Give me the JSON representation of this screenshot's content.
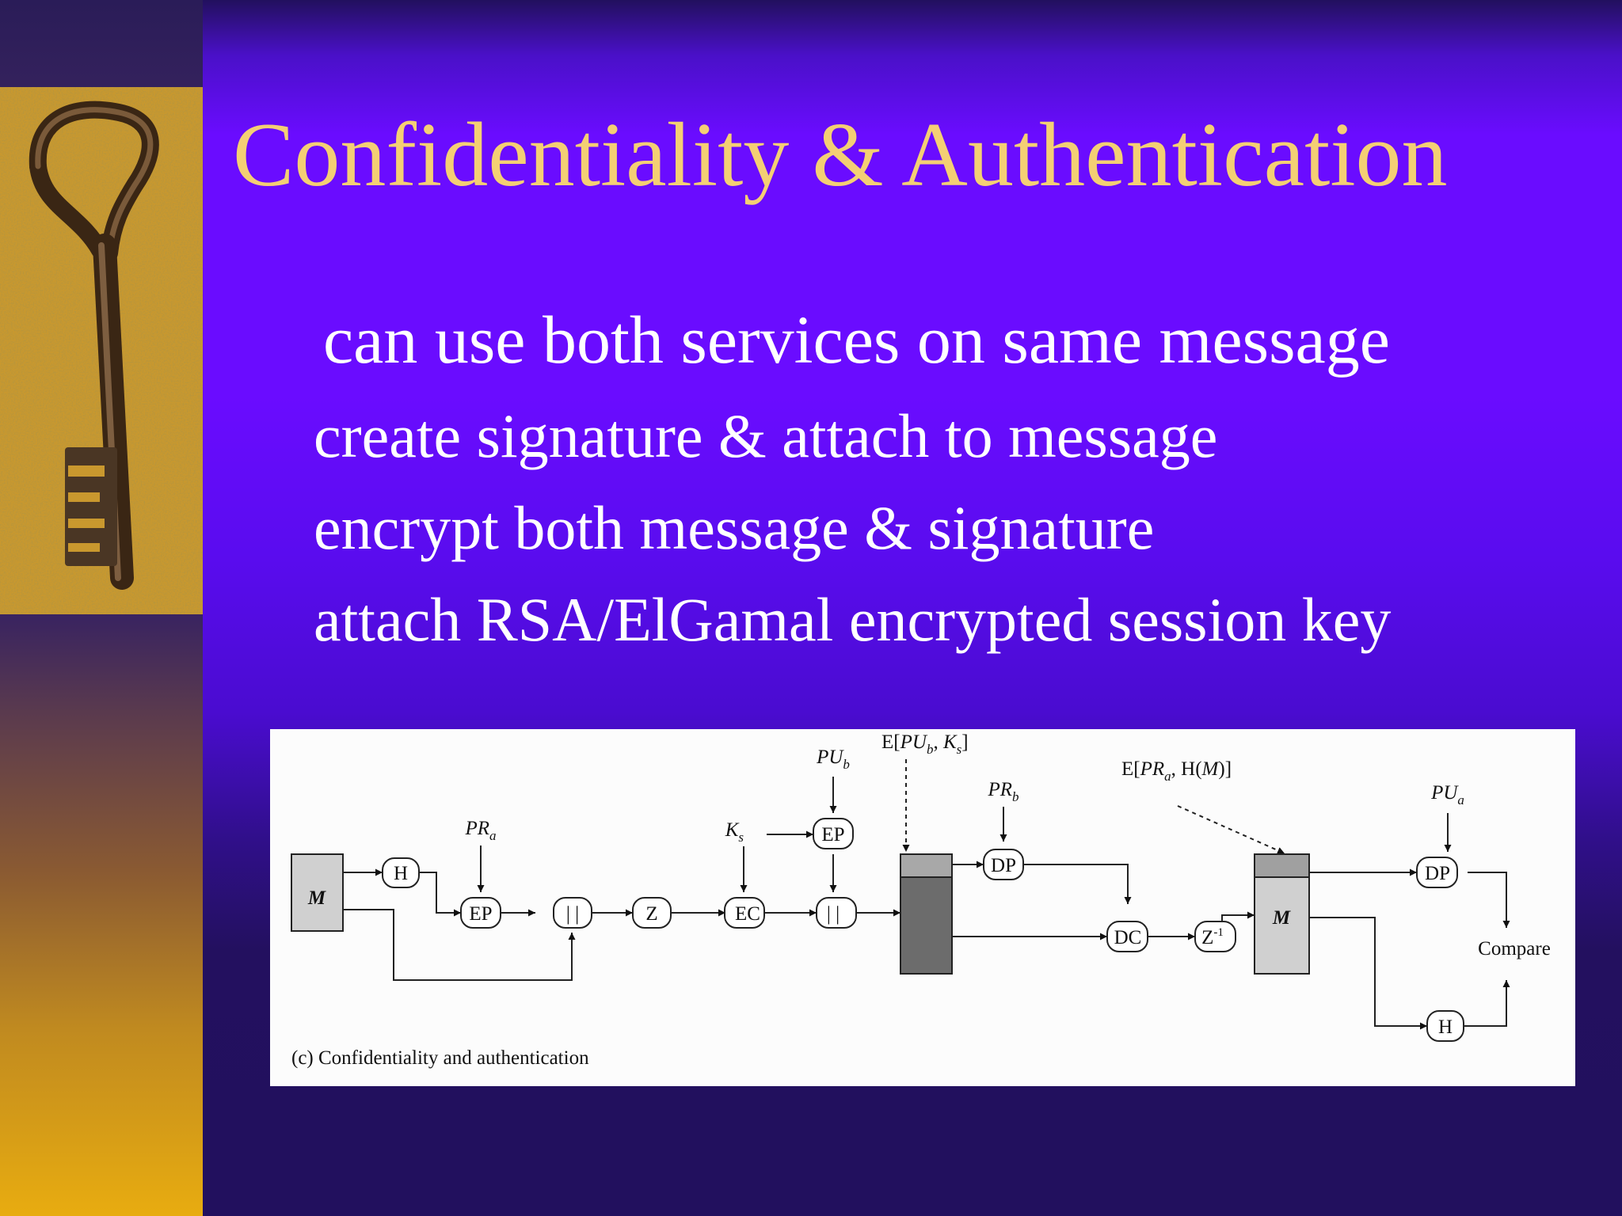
{
  "slide": {
    "title": "Confidentiality & Authentication",
    "bullets": [
      "can use both services on same message",
      "create signature & attach to message",
      "encrypt both message & signature",
      "attach RSA/ElGamal encrypted session key"
    ]
  },
  "diagram": {
    "caption": "(c) Confidentiality and authentication",
    "nodes": {
      "h1": "H",
      "ep1": "EP",
      "concat1": "| |",
      "z": "Z",
      "ec": "EC",
      "ep2": "EP",
      "concat2": "| |",
      "dp1": "DP",
      "dc": "DC",
      "z_inv": "Z",
      "z_inv_sup": "-1",
      "dp2": "DP",
      "h2": "H",
      "compare": "Compare"
    },
    "labels": {
      "msg_in": "M",
      "msg_out": "M",
      "pr_a": {
        "base": "PR",
        "sub": "a"
      },
      "pu_b": {
        "base": "PU",
        "sub": "b"
      },
      "k_s": {
        "base": "K",
        "sub": "s"
      },
      "pr_b": {
        "base": "PR",
        "sub": "b"
      },
      "pu_a": {
        "base": "PU",
        "sub": "a"
      },
      "e_pub_ks": {
        "prefix": "E[",
        "pu": "PU",
        "pu_sub": "b",
        "sep": ", ",
        "k": "K",
        "k_sub": "s",
        "suffix": "]"
      },
      "e_pra_hm": {
        "prefix": "E[",
        "pr": "PR",
        "pr_sub": "a",
        "sep": ", H(",
        "m": "M",
        "suffix": ")]"
      }
    }
  },
  "colors": {
    "title": "#f4cf74",
    "body_text": "#ffffff",
    "background": "#6a0cff",
    "strip_top": "#2a1c58",
    "strip_bottom": "#e8ac10",
    "diagram_bg": "#fcfcfc",
    "box_light": "#d0d0d0",
    "box_dark": "#6c6c6c"
  },
  "icons": {
    "key_photo": "antique-key-on-sand-photo"
  }
}
